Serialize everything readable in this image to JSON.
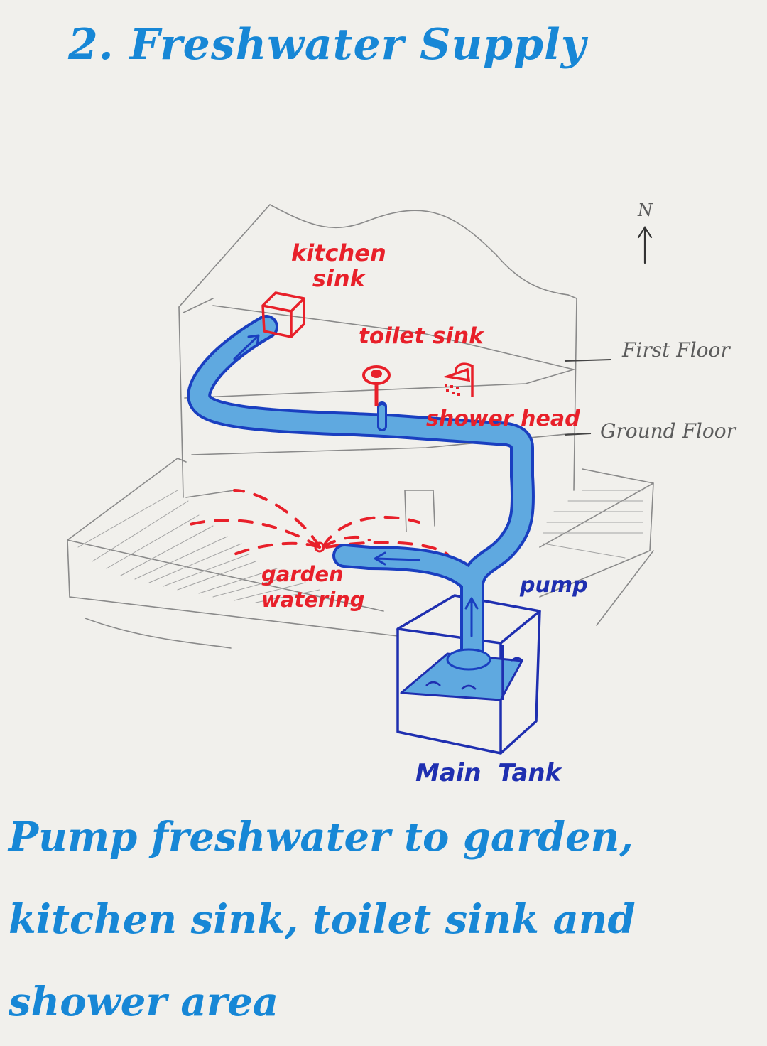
{
  "title": "2. Freshwater  Supply",
  "labels": {
    "kitchen_sink": "kitchen\nsink",
    "toilet_sink": "toilet sink",
    "shower_head": "shower head",
    "garden_watering": "garden\nwatering",
    "pump": "pump",
    "main_tank": "Main  Tank",
    "first_floor": "First Floor",
    "ground_floor": "Ground Floor",
    "north": "N"
  },
  "caption": "Pump freshwater to garden, kitchen sink, toilet sink and shower area",
  "colors": {
    "pen_blue": "#1787d6",
    "pipe_fill": "#5fa9e0",
    "pipe_outline": "#1a3fc0",
    "fixture_red": "#e8202a",
    "pencil": "#8a8a8a",
    "background": "#f1f0ec"
  }
}
